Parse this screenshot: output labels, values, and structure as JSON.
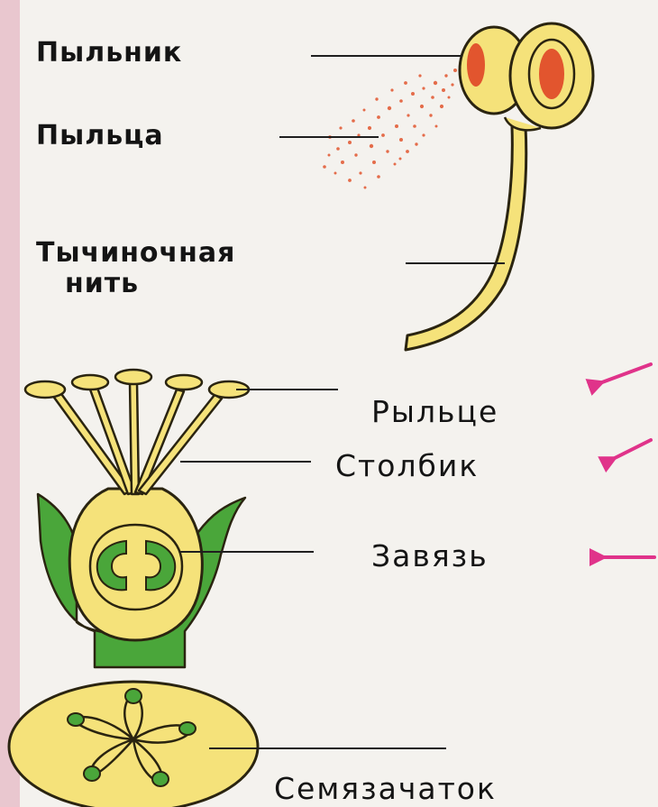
{
  "labels": {
    "anther": "Пыльник",
    "pollen": "Пыльца",
    "filament_line1": "Тычиночная",
    "filament_line2": "нить",
    "stigma": "Рыльце",
    "style": "Столбик",
    "ovary": "Завязь",
    "ovule": "Семязачаток"
  },
  "colors": {
    "yellow": "#f5e27a",
    "outline": "#2a2410",
    "green": "#4aa63a",
    "anther_red": "#e2552e",
    "arrow": "#e0338a",
    "frame": "#e9c7cf"
  }
}
